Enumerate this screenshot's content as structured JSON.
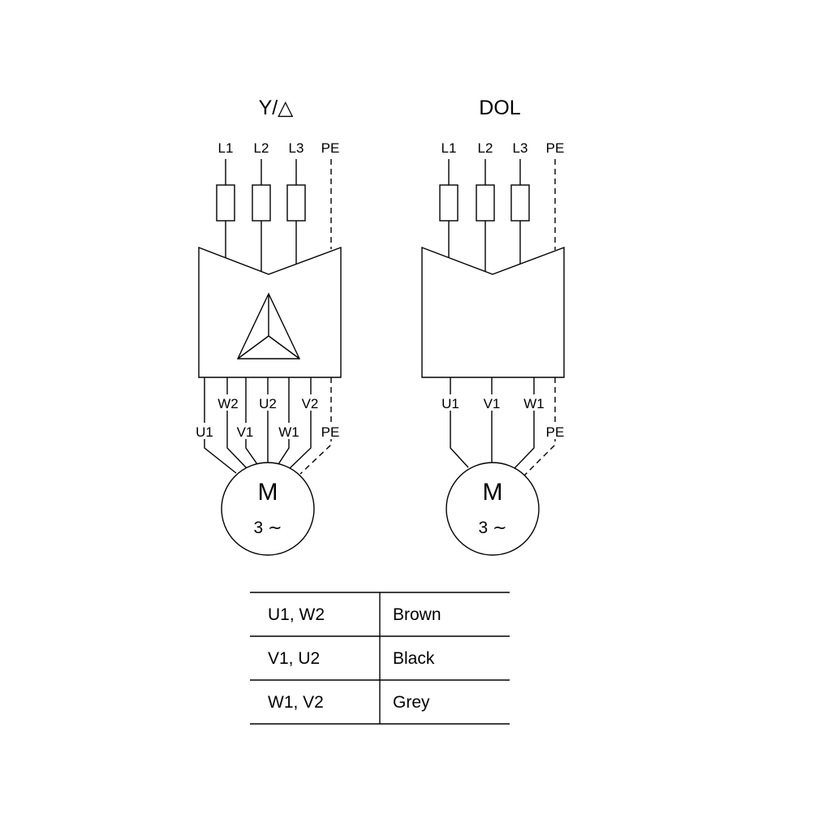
{
  "left": {
    "title": "Y/△",
    "top_labels": [
      "L1",
      "L2",
      "L3",
      "PE"
    ],
    "mid_upper": [
      "W2",
      "U2",
      "V2"
    ],
    "mid_lower": [
      "U1",
      "V1",
      "W1",
      "PE"
    ],
    "motor": {
      "m": "M",
      "phase": "3 ∼"
    }
  },
  "right": {
    "title": "DOL",
    "top_labels": [
      "L1",
      "L2",
      "L3",
      "PE"
    ],
    "mid_labels": [
      "U1",
      "V1",
      "W1"
    ],
    "pe_label": "PE",
    "motor": {
      "m": "M",
      "phase": "3 ∼"
    }
  },
  "table": {
    "rows": [
      {
        "terminals": "U1, W2",
        "color": "Brown"
      },
      {
        "terminals": "V1, U2",
        "color": "Black"
      },
      {
        "terminals": "W1, V2",
        "color": "Grey"
      }
    ]
  },
  "colors": {
    "line": "#000000",
    "background": "#ffffff"
  }
}
